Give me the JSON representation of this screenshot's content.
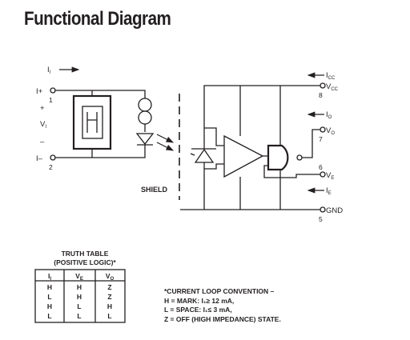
{
  "title": "Functional Diagram",
  "signals": {
    "i_in": "I",
    "i_in_sub": "I",
    "plus_in": "I+",
    "pin1": "1",
    "plus": "+",
    "vi": "V",
    "vi_sub": "I",
    "minus": "–",
    "minus_in": "I–",
    "pin2": "2",
    "icc": "I",
    "icc_sub": "CC",
    "vcc": "V",
    "vcc_sub": "CC",
    "pin8": "8",
    "io": "I",
    "io_sub": "O",
    "vo": "V",
    "vo_sub": "O",
    "pin7": "7",
    "pin6": "6",
    "ve": "V",
    "ve_sub": "E",
    "ie": "I",
    "ie_sub": "E",
    "gnd": "GND",
    "pin5": "5",
    "shield": "SHIELD"
  },
  "truth_table": {
    "title": "TRUTH TABLE",
    "subtitle": "(POSITIVE LOGIC)*",
    "headers": [
      {
        "main": "I",
        "sub": "I"
      },
      {
        "main": "V",
        "sub": "E"
      },
      {
        "main": "V",
        "sub": "O"
      }
    ],
    "rows": [
      [
        "H",
        "H",
        "Z"
      ],
      [
        "L",
        "H",
        "Z"
      ],
      [
        "H",
        "L",
        "H"
      ],
      [
        "L",
        "L",
        "L"
      ]
    ]
  },
  "notes": [
    "*CURRENT LOOP CONVENTION –",
    "H = MARK: I₁≥ 12 mA,",
    "L = SPACE: I₁≤ 3 mA,",
    "Z = OFF (HIGH IMPEDANCE) STATE."
  ]
}
